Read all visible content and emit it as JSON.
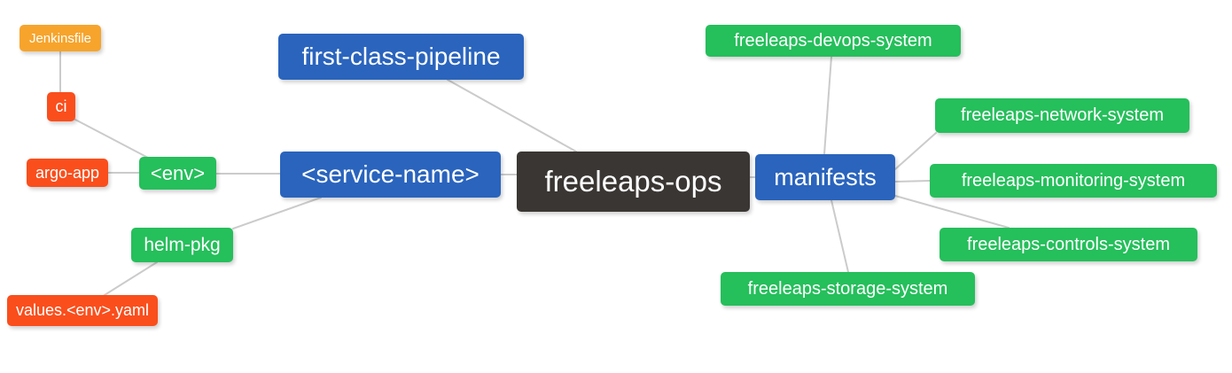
{
  "diagram": {
    "type": "mindmap",
    "background_color": "#FFFFFF",
    "edge_color": "#CBCBCB",
    "palette": {
      "orange": "#F7A42C",
      "red": "#FA4E1C",
      "green": "#25BF5B",
      "blue": "#2A64BD",
      "dark": "#3A3633"
    },
    "root": {
      "label": "freeleaps-ops",
      "color": "#3A3633"
    },
    "nodes": [
      {
        "id": "jenkinsfile",
        "label": "Jenkinsfile",
        "color": "#F7A42C"
      },
      {
        "id": "ci",
        "label": "ci",
        "color": "#FA4E1C"
      },
      {
        "id": "argo-app",
        "label": "argo-app",
        "color": "#FA4E1C"
      },
      {
        "id": "env",
        "label": "<env>",
        "color": "#25BF5B"
      },
      {
        "id": "first-class-pipeline",
        "label": "first-class-pipeline",
        "color": "#2A64BD"
      },
      {
        "id": "service-name",
        "label": "<service-name>",
        "color": "#2A64BD"
      },
      {
        "id": "helm-pkg",
        "label": "helm-pkg",
        "color": "#25BF5B"
      },
      {
        "id": "values-env-yaml",
        "label": "values.<env>.yaml",
        "color": "#FA4E1C"
      },
      {
        "id": "freeleaps-ops",
        "label": "freeleaps-ops",
        "color": "#3A3633"
      },
      {
        "id": "manifests",
        "label": "manifests",
        "color": "#2A64BD"
      },
      {
        "id": "freeleaps-devops-system",
        "label": "freeleaps-devops-system",
        "color": "#25BF5B"
      },
      {
        "id": "freeleaps-network-system",
        "label": "freeleaps-network-system",
        "color": "#25BF5B"
      },
      {
        "id": "freeleaps-monitoring-system",
        "label": "freeleaps-monitoring-system",
        "color": "#25BF5B"
      },
      {
        "id": "freeleaps-controls-system",
        "label": "freeleaps-controls-system",
        "color": "#25BF5B"
      },
      {
        "id": "freeleaps-storage-system",
        "label": "freeleaps-storage-system",
        "color": "#25BF5B"
      }
    ],
    "edges": [
      [
        "jenkinsfile",
        "ci"
      ],
      [
        "ci",
        "env"
      ],
      [
        "argo-app",
        "env"
      ],
      [
        "env",
        "service-name"
      ],
      [
        "helm-pkg",
        "service-name"
      ],
      [
        "values-env-yaml",
        "helm-pkg"
      ],
      [
        "first-class-pipeline",
        "freeleaps-ops"
      ],
      [
        "service-name",
        "freeleaps-ops"
      ],
      [
        "freeleaps-ops",
        "manifests"
      ],
      [
        "manifests",
        "freeleaps-devops-system"
      ],
      [
        "manifests",
        "freeleaps-network-system"
      ],
      [
        "manifests",
        "freeleaps-monitoring-system"
      ],
      [
        "manifests",
        "freeleaps-controls-system"
      ],
      [
        "manifests",
        "freeleaps-storage-system"
      ]
    ]
  }
}
